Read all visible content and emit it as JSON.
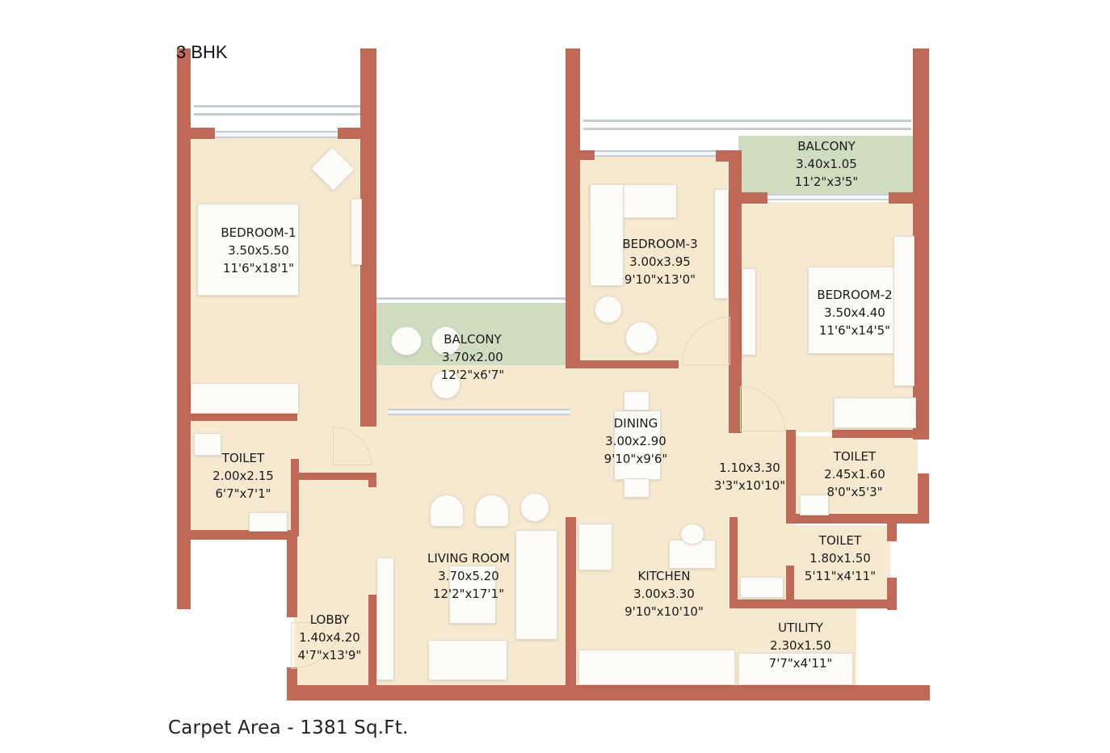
{
  "plan": {
    "title": "3 BHK",
    "carpet_area": "Carpet Area - 1381 Sq.Ft."
  },
  "colors": {
    "wall": "#bf6a56",
    "floor": "#f6e9cf",
    "balcony": "#cfdcc0",
    "text": "#1a1a1a"
  },
  "rooms": {
    "bedroom1": {
      "name": "BEDROOM-1",
      "metric": "3.50x5.50",
      "imperial": "11'6\"x18'1\""
    },
    "balcony1": {
      "name": "BALCONY",
      "metric": "3.70x2.00",
      "imperial": "12'2\"x6'7\""
    },
    "bedroom3": {
      "name": "BEDROOM-3",
      "metric": "3.00x3.95",
      "imperial": "9'10\"x13'0\""
    },
    "balcony2": {
      "name": "BALCONY",
      "metric": "3.40x1.05",
      "imperial": "11'2\"x3'5\""
    },
    "bedroom2": {
      "name": "BEDROOM-2",
      "metric": "3.50x4.40",
      "imperial": "11'6\"x14'5\""
    },
    "dining": {
      "name": "DINING",
      "metric": "3.00x2.90",
      "imperial": "9'10\"x9'6\""
    },
    "passage": {
      "name": "",
      "metric": "1.10x3.30",
      "imperial": "3'3\"x10'10\""
    },
    "toilet1": {
      "name": "TOILET",
      "metric": "2.00x2.15",
      "imperial": "6'7\"x7'1\""
    },
    "toilet2": {
      "name": "TOILET",
      "metric": "2.45x1.60",
      "imperial": "8'0\"x5'3\""
    },
    "toilet3": {
      "name": "TOILET",
      "metric": "1.80x1.50",
      "imperial": "5'11\"x4'11\""
    },
    "living": {
      "name": "LIVING ROOM",
      "metric": "3.70x5.20",
      "imperial": "12'2\"x17'1\""
    },
    "kitchen": {
      "name": "KITCHEN",
      "metric": "3.00x3.30",
      "imperial": "9'10\"x10'10\""
    },
    "lobby": {
      "name": "LOBBY",
      "metric": "1.40x4.20",
      "imperial": "4'7\"x13'9\""
    },
    "utility": {
      "name": "UTILITY",
      "metric": "2.30x1.50",
      "imperial": "7'7\"x4'11\""
    }
  }
}
